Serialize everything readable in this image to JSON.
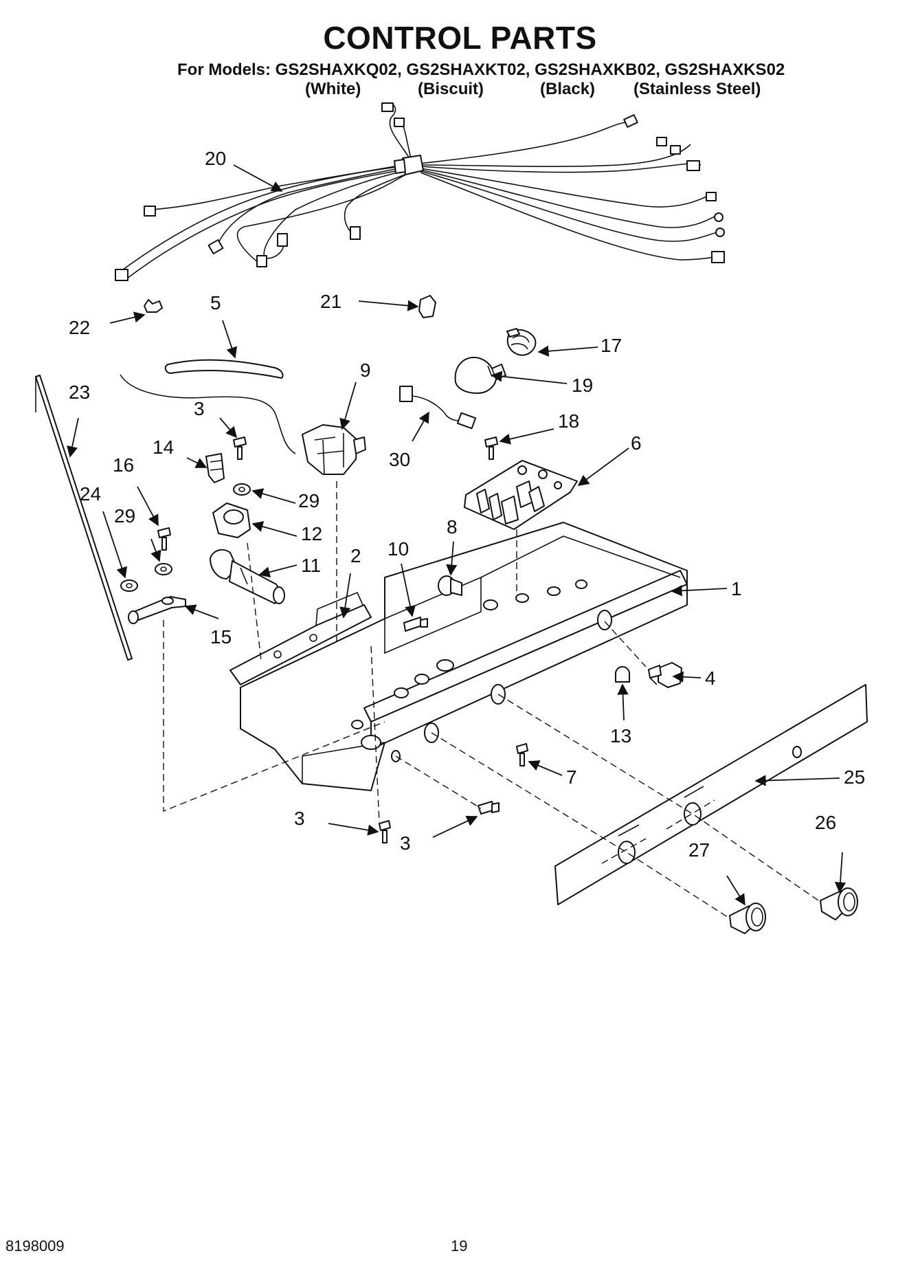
{
  "title": "CONTROL PARTS",
  "models_line": "For Models: GS2SHAXKQ02, GS2SHAXKT02, GS2SHAXKB02, GS2SHAXKS02",
  "variants": [
    "(White)",
    "(Biscuit)",
    "(Black)",
    "(Stainless Steel)"
  ],
  "footer": {
    "doc_number": "8198009",
    "page_number": "19"
  },
  "callouts": {
    "c1": "1",
    "c2": "2",
    "c3a": "3",
    "c3b": "3",
    "c3c": "3",
    "c4": "4",
    "c5": "5",
    "c6": "6",
    "c7": "7",
    "c8": "8",
    "c9": "9",
    "c10": "10",
    "c11": "11",
    "c12": "12",
    "c13": "13",
    "c14": "14",
    "c15": "15",
    "c16": "16",
    "c17": "17",
    "c18": "18",
    "c19": "19",
    "c20": "20",
    "c21": "21",
    "c22": "22",
    "c23": "23",
    "c24": "24",
    "c25": "25",
    "c26": "26",
    "c27": "27",
    "c29a": "29",
    "c29b": "29",
    "c30": "30"
  }
}
